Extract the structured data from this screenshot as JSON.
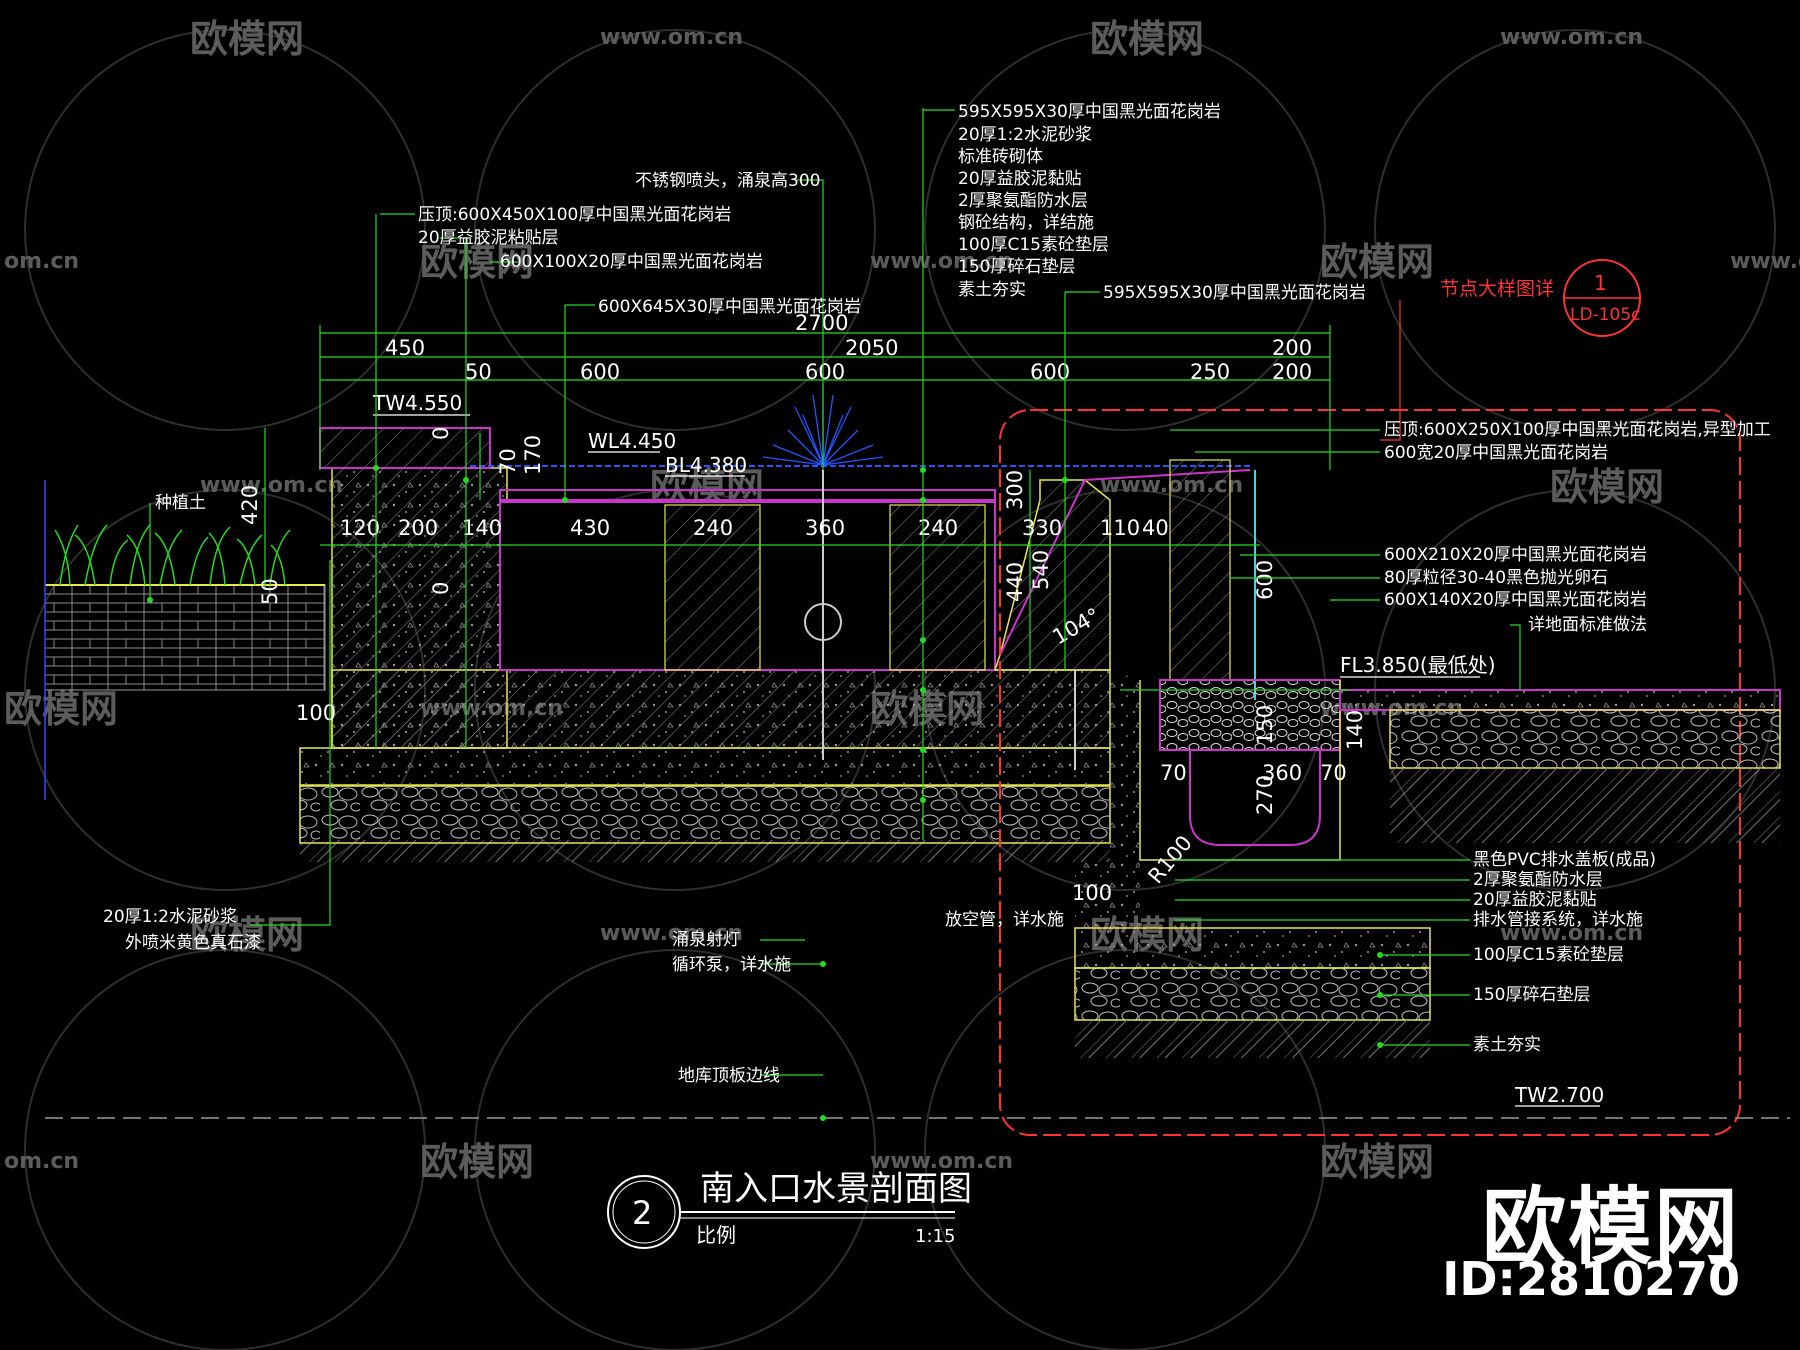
{
  "watermark": {
    "brand": "欧模网",
    "url": "www.om.cn",
    "url_short": "om.cn"
  },
  "colors": {
    "background": "#000000",
    "green": "#22dd22",
    "white": "#ffffff",
    "magenta": "#cc33cc",
    "yellow": "#e8e84a",
    "red": "#ff3333",
    "hatch": "#bbbbbb",
    "dash": "#999999",
    "cyan": "#33dddd",
    "blue": "#2255ff",
    "watermark": "#666666"
  },
  "dimensions": {
    "overall": "2700",
    "top_row": [
      "450",
      "2050",
      "200"
    ],
    "second_row": [
      "50",
      "600",
      "600",
      "600",
      "250",
      "200"
    ],
    "section_row": [
      "120",
      "200",
      "140",
      "430",
      "240",
      "360",
      "240",
      "330",
      "110",
      "40"
    ],
    "vertical": [
      "420",
      "50",
      "100",
      "170",
      "70",
      "300",
      "440",
      "540",
      "600",
      "150",
      "140",
      "270",
      "0",
      "0"
    ],
    "bottom": [
      "100",
      "360",
      "70",
      "70",
      "100"
    ],
    "angle": "104°",
    "radius": "R100"
  },
  "levels": {
    "tw_top": "TW4.550",
    "wl": "WL4.450",
    "bl": "BL4.380",
    "fl": "FL3.850(最低处)",
    "tw_bottom": "TW2.700"
  },
  "left_callouts": [
    "压顶:600X450X100厚中国黑光面花岗岩",
    "20厚益胶泥粘贴层",
    "600X100X20厚中国黑光面花岗岩",
    "600X645X30厚中国黑光面花岗岩"
  ],
  "nozzle_callout": "不锈钢喷头，涌泉高300",
  "center_callouts": [
    "595X595X30厚中国黑光面花岗岩",
    "20厚1:2水泥砂浆",
    "标准砖砌体",
    "20厚益胶泥黏贴",
    "2厚聚氨酯防水层",
    "钢砼结构，详结施",
    "100厚C15素砼垫层",
    "150厚碎石垫层",
    "素土夯实"
  ],
  "mid_callout": "595X595X30厚中国黑光面花岗岩",
  "detail_ref": {
    "label": "节点大样图详",
    "number": "1",
    "sheet": "LD-105c"
  },
  "right_callouts": [
    "压顶:600X250X100厚中国黑光面花岗岩,异型加工",
    "600宽20厚中国黑光面花岗岩",
    "600X210X20厚中国黑光面花岗岩",
    "80厚粒径30-40黑色抛光卵石",
    "600X140X20厚中国黑光面花岗岩",
    "详地面标准做法"
  ],
  "right_lower_callouts": [
    "黑色PVC排水盖板(成品)",
    "2厚聚氨酯防水层",
    "20厚益胶泥黏贴",
    "排水管接系统，详水施",
    "100厚C15素砼垫层",
    "150厚碎石垫层",
    "素土夯实"
  ],
  "planting_label": "种植土",
  "left_bottom_callouts": [
    "20厚1:2水泥砂浆",
    "外喷米黄色真石漆"
  ],
  "bottom_callouts": [
    "涌泉射灯",
    "循环泵，详水施",
    "放空管，详水施",
    "地库顶板边线"
  ],
  "title_block": {
    "number": "2",
    "title": "南入口水景剖面图",
    "scale_label": "比例",
    "scale": "1:15"
  },
  "brand_block": {
    "name": "欧模网",
    "id": "ID:2810270"
  }
}
